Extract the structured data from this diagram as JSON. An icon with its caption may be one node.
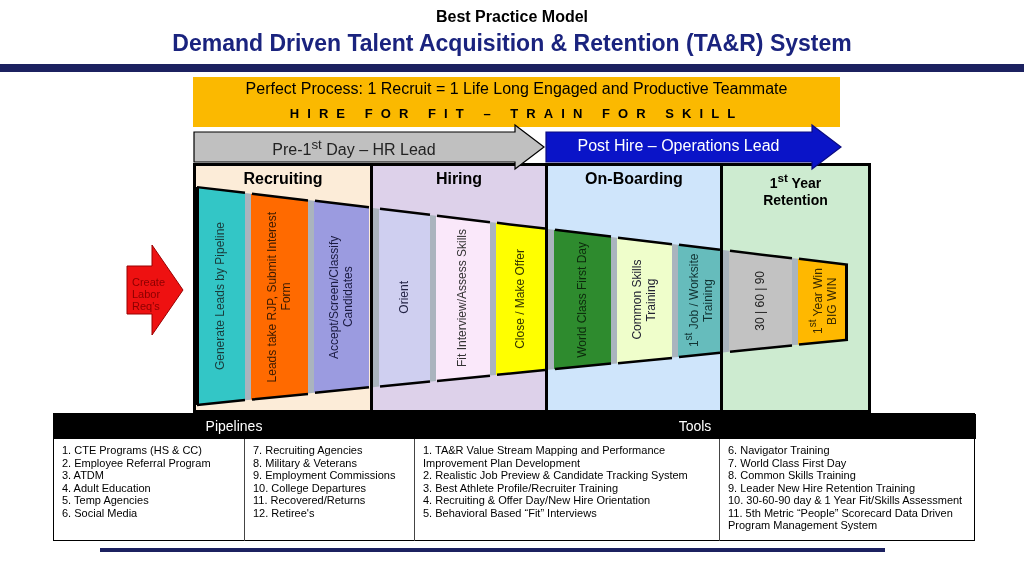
{
  "diagram": {
    "title": "Demand Driven Talent Acquisition & Retention (TA&R) System",
    "nodes": [
      {
        "text": [
          "Perfect Process: 1 Recruit = 1 Life Long Engaged and Productive Teammate",
          "HIRE FOR FIT – TRAIN FOR SKILL"
        ]
      },
      {
        "text": [
          "Pre-1$^{st}$ Day – HR Lead"
        ]
      },
      {
        "text": [
          "Post Hire – Operations Lead"
        ]
      },
      {
        "text": [
          "Recruiting"
        ]
      },
      {
        "text": [
          "Hiring"
        ]
      },
      {
        "text": [
          "On-Boarding"
        ]
      },
      {
        "text": [
          "1$^{st}$ Year Retention"
        ]
      },
      {
        "text": [
          "Create Labor Req's"
        ]
      },
      {
        "text": [
          "Generate Leads by Pipeline"
        ],
        "in": 3
      },
      {
        "text": [
          "Leads take RJP, Submit Interest Form"
        ],
        "in": 3
      },
      {
        "text": [
          "Accept/Screen/Classify Candidates"
        ],
        "in": 3
      },
      {
        "text": [
          "Orient"
        ],
        "in": 4
      },
      {
        "text": [
          "Fit Interview/Assess Skills"
        ],
        "in": 4
      },
      {
        "text": [
          "Close / Make Offer"
        ],
        "in": 4
      },
      {
        "text": [
          "World Class First Day"
        ],
        "in": 5
      },
      {
        "text": [
          "Common Skills Training"
        ],
        "in": 5
      },
      {
        "text": [
          "1$^{st}$ Job / Worksite Training"
        ],
        "in": 5
      },
      {
        "text": [
          "30 | 60 | 90"
        ],
        "in": 6
      },
      {
        "text": [
          "1$^{st}$ Year Win BIG WIN"
        ],
        "in": 6
      }
    ],
    "edges": [],
    "labels": [
      "Best Practice Model",
      "Pipelines",
      "Tools",
      "1. CTE Programs (HS & CC)",
      "2. Employee Referral Program",
      "3. ATDM",
      "4. Adult Education",
      "5. Temp Agencies",
      "6. Social Media",
      "7. Recruiting Agencies",
      "8. Military & Veterans",
      "9. Employment Commissions",
      "10. College Departures",
      "11. Recovered/Returns",
      "12. Retiree's",
      "1. TA&R Value Stream Mapping and Performance Improvement Plan Development",
      "2. Realistic Job Preview & Candidate Tracking System",
      "3. Best Athlete Profile/Recruiter Training",
      "4. Recruiting & Offer Day/New Hire Orientation",
      "5. Behavioral Based “Fit” Interviews",
      "6. Navigator Training",
      "7. World Class First Day",
      "8. Common Skills Training",
      "9. Leader New Hire Retention Training",
      "10. 30-60-90 day & 1 Year Fit/Skills Assessment",
      "11. 5th Metric “People” Scorecard Data Driven Program Management System"
    ]
  }
}
